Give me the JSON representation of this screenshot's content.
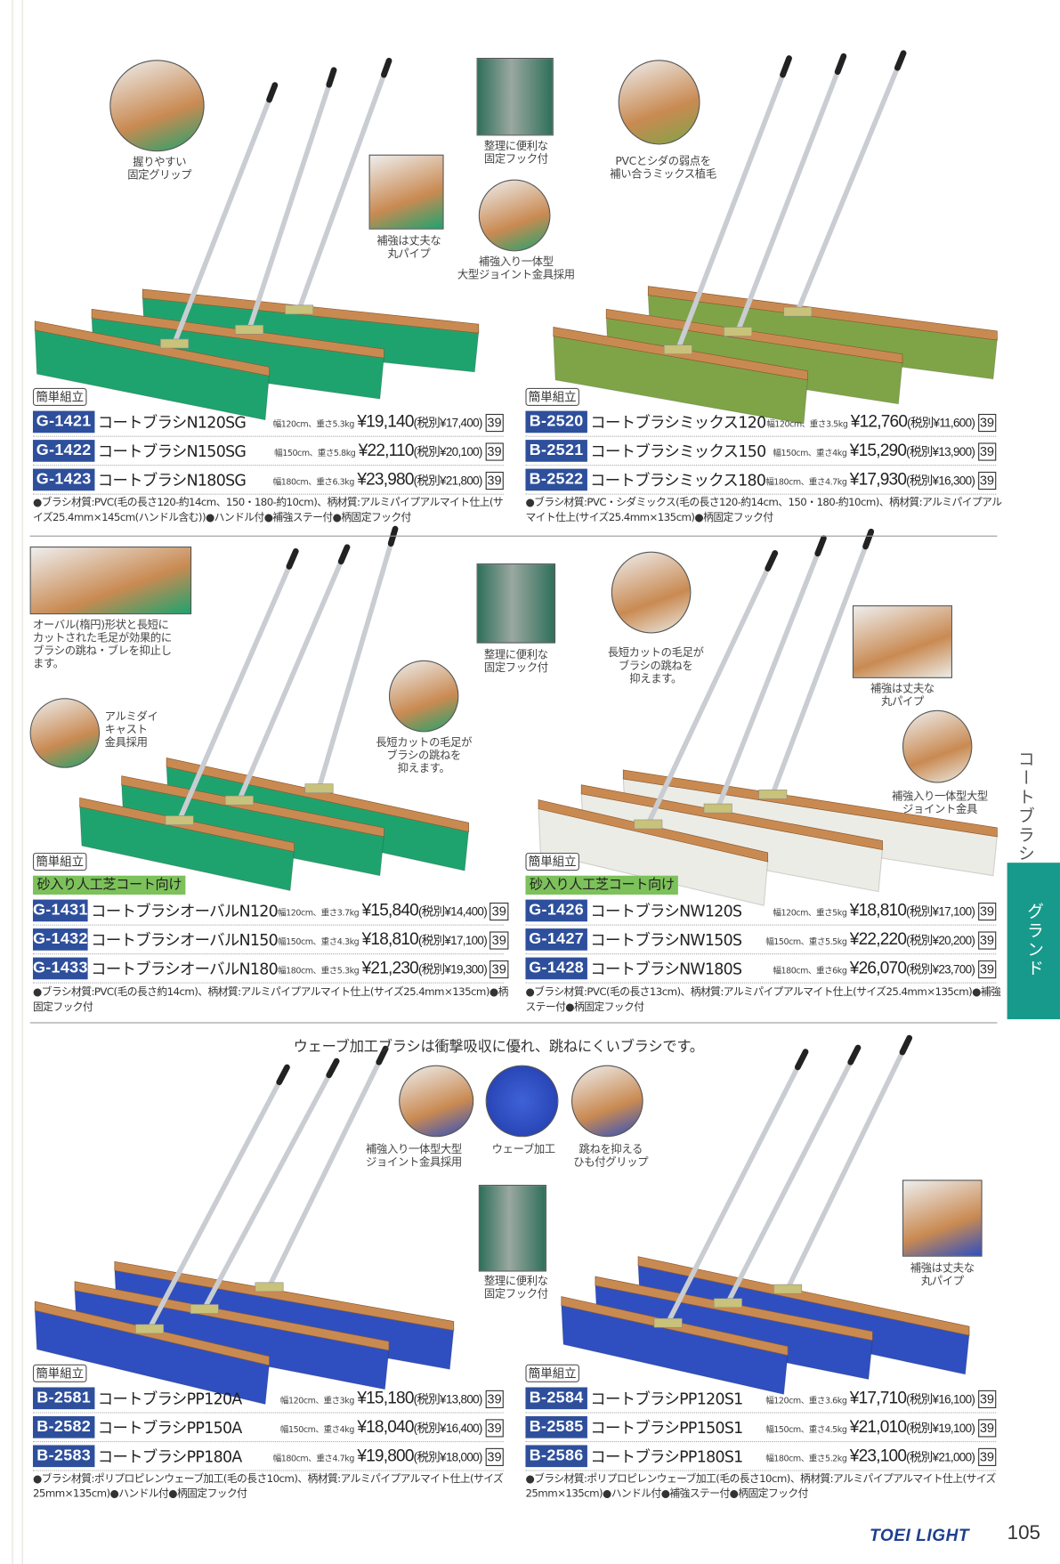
{
  "colors": {
    "code_badge": "#2e4f9c",
    "accent_green": "#7cc15a",
    "side_tab": "#179a8c",
    "logo": "#1d3f8f"
  },
  "headline": "ウェーブ加工ブラシは衝撃吸収に優れ、跳ねにくいブラシです。",
  "side": {
    "category": "コートブラシ",
    "tab": "グランド"
  },
  "footer": {
    "logo": "TOEI LIGHT",
    "page": "105"
  },
  "sections": [
    {
      "tag": "簡単組立",
      "bristle": "#1fa36e",
      "callouts": [
        "握りやすい\n固定グリップ",
        "補強は丈夫な\n丸パイプ",
        "整理に便利な\n固定フック付",
        "補強入り一体型\n大型ジョイント金具採用"
      ],
      "products": [
        {
          "code": "G-1421",
          "name": "コートブラシN120SG",
          "spec": "幅120cm、重さ5.3kg",
          "price": "¥19,140",
          "tax": "(税別¥17,400)",
          "ref": "39"
        },
        {
          "code": "G-1422",
          "name": "コートブラシN150SG",
          "spec": "幅150cm、重さ5.8kg",
          "price": "¥22,110",
          "tax": "(税別¥20,100)",
          "ref": "39"
        },
        {
          "code": "G-1423",
          "name": "コートブラシN180SG",
          "spec": "幅180cm、重さ6.3kg",
          "price": "¥23,980",
          "tax": "(税別¥21,800)",
          "ref": "39"
        }
      ],
      "footnote": "●ブラシ材質:PVC(毛の長さ120-約14cm、150・180-約10cm)、柄材質:アルミパイプアルマイト仕上(サイズ25.4mm×145cm(ハンドル含む))●ハンドル付●補強ステー付●柄固定フック付"
    },
    {
      "tag": "簡単組立",
      "bristle": "#7fa447",
      "callouts": [
        "PVCとシダの弱点を\n補い合うミックス植毛"
      ],
      "products": [
        {
          "code": "B-2520",
          "name": "コートブラシミックス120",
          "spec": "幅120cm、重さ3.5kg",
          "price": "¥12,760",
          "tax": "(税別¥11,600)",
          "ref": "39"
        },
        {
          "code": "B-2521",
          "name": "コートブラシミックス150",
          "spec": "幅150cm、重さ4kg",
          "price": "¥15,290",
          "tax": "(税別¥13,900)",
          "ref": "39"
        },
        {
          "code": "B-2522",
          "name": "コートブラシミックス180",
          "spec": "幅180cm、重さ4.7kg",
          "price": "¥17,930",
          "tax": "(税別¥16,300)",
          "ref": "39"
        }
      ],
      "footnote": "●ブラシ材質:PVC・シダミックス(毛の長さ120-約14cm、150・180-約10cm)、柄材質:アルミパイプアルマイト仕上(サイズ25.4mm×135cm)●柄固定フック付"
    },
    {
      "tag": "簡単組立",
      "label": "砂入り人工芝コート向け",
      "bristle": "#1fa36e",
      "callouts": [
        "オーバル(楕円)形状と長短に\nカットされた毛足が効果的に\nブラシの跳ね・ブレを抑止し\nます。",
        "アルミダイ\nキャスト\n金具採用",
        "長短カットの毛足が\nブラシの跳ねを\n抑えます。",
        "整理に便利な\n固定フック付"
      ],
      "products": [
        {
          "code": "G-1431",
          "name": "コートブラシオーバルN120",
          "spec": "幅120cm、重さ3.7kg",
          "price": "¥15,840",
          "tax": "(税別¥14,400)",
          "ref": "39"
        },
        {
          "code": "G-1432",
          "name": "コートブラシオーバルN150",
          "spec": "幅150cm、重さ4.3kg",
          "price": "¥18,810",
          "tax": "(税別¥17,100)",
          "ref": "39"
        },
        {
          "code": "G-1433",
          "name": "コートブラシオーバルN180",
          "spec": "幅180cm、重さ5.3kg",
          "price": "¥21,230",
          "tax": "(税別¥19,300)",
          "ref": "39"
        }
      ],
      "footnote": "●ブラシ材質:PVC(毛の長さ約14cm)、柄材質:アルミパイプアルマイト仕上(サイズ25.4mm×135cm)●柄固定フック付"
    },
    {
      "tag": "簡単組立",
      "label": "砂入り人工芝コート向け",
      "bristle": "#ecece6",
      "callouts": [
        "長短カットの毛足が\nブラシの跳ねを\n抑えます。",
        "補強は丈夫な\n丸パイプ",
        "補強入り一体型大型\nジョイント金具"
      ],
      "products": [
        {
          "code": "G-1426",
          "name": "コートブラシNW120S",
          "spec": "幅120cm、重さ5kg",
          "price": "¥18,810",
          "tax": "(税別¥17,100)",
          "ref": "39"
        },
        {
          "code": "G-1427",
          "name": "コートブラシNW150S",
          "spec": "幅150cm、重さ5.5kg",
          "price": "¥22,220",
          "tax": "(税別¥20,200)",
          "ref": "39"
        },
        {
          "code": "G-1428",
          "name": "コートブラシNW180S",
          "spec": "幅180cm、重さ6kg",
          "price": "¥26,070",
          "tax": "(税別¥23,700)",
          "ref": "39"
        }
      ],
      "footnote": "●ブラシ材質:PVC(毛の長さ13cm)、柄材質:アルミパイプアルマイト仕上(サイズ25.4mm×135cm)●補強ステー付●柄固定フック付"
    },
    {
      "tag": "簡単組立",
      "bristle": "#2f4fc0",
      "callouts": [
        "補強入り一体型大型\nジョイント金具採用",
        "ウェーブ加工",
        "跳ねを抑える\nひも付グリップ",
        "整理に便利な\n固定フック付"
      ],
      "products": [
        {
          "code": "B-2581",
          "name": "コートブラシPP120A",
          "spec": "幅120cm、重さ3kg",
          "price": "¥15,180",
          "tax": "(税別¥13,800)",
          "ref": "39"
        },
        {
          "code": "B-2582",
          "name": "コートブラシPP150A",
          "spec": "幅150cm、重さ4kg",
          "price": "¥18,040",
          "tax": "(税別¥16,400)",
          "ref": "39"
        },
        {
          "code": "B-2583",
          "name": "コートブラシPP180A",
          "spec": "幅180cm、重さ4.7kg",
          "price": "¥19,800",
          "tax": "(税別¥18,000)",
          "ref": "39"
        }
      ],
      "footnote": "●ブラシ材質:ポリプロピレンウェーブ加工(毛の長さ10cm)、柄材質:アルミパイプアルマイト仕上(サイズ25mm×135cm)●ハンドル付●柄固定フック付"
    },
    {
      "tag": "簡単組立",
      "bristle": "#2f4fc0",
      "callouts": [
        "補強は丈夫な\n丸パイプ"
      ],
      "products": [
        {
          "code": "B-2584",
          "name": "コートブラシPP120S1",
          "spec": "幅120cm、重さ3.6kg",
          "price": "¥17,710",
          "tax": "(税別¥16,100)",
          "ref": "39"
        },
        {
          "code": "B-2585",
          "name": "コートブラシPP150S1",
          "spec": "幅150cm、重さ4.5kg",
          "price": "¥21,010",
          "tax": "(税別¥19,100)",
          "ref": "39"
        },
        {
          "code": "B-2586",
          "name": "コートブラシPP180S1",
          "spec": "幅180cm、重さ5.2kg",
          "price": "¥23,100",
          "tax": "(税別¥21,000)",
          "ref": "39"
        }
      ],
      "footnote": "●ブラシ材質:ポリプロピレンウェーブ加工(毛の長さ10cm)、柄材質:アルミパイプアルマイト仕上(サイズ25mm×135cm)●ハンドル付●補強ステー付●柄固定フック付"
    }
  ]
}
